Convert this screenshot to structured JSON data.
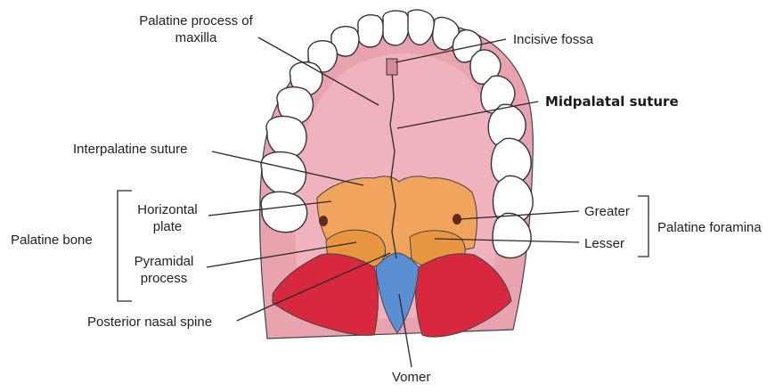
{
  "labels": {
    "palatine_process_line1": "Palatine process of",
    "palatine_process_line2": "maxilla",
    "incisive_fossa": "Incisive fossa",
    "midpalatal_suture": "Midpalatal suture",
    "interpalatine_suture": "Interpalatine suture",
    "horizontal_plate_line1": "Horizontal",
    "horizontal_plate_line2": "plate",
    "palatine_bone": "Palatine bone",
    "pyramidal_process_line1": "Pyramidal",
    "pyramidal_process_line2": "process",
    "posterior_nasal_spine": "Posterior nasal spine",
    "vomer": "Vomer",
    "greater": "Greater",
    "lesser": "Lesser",
    "palatine_foramina": "Palatine foramina"
  },
  "colors": {
    "palate_pink": "#e8a3ae",
    "palate_pink_light": "#f2c5cc",
    "teeth": "#ffffff",
    "tooth_outline": "#333333",
    "horizontal_plate": "#f0a45c",
    "pyramidal_red": "#d8283e",
    "vomer_blue": "#5b8fd4",
    "line": "#2a2a2a"
  }
}
